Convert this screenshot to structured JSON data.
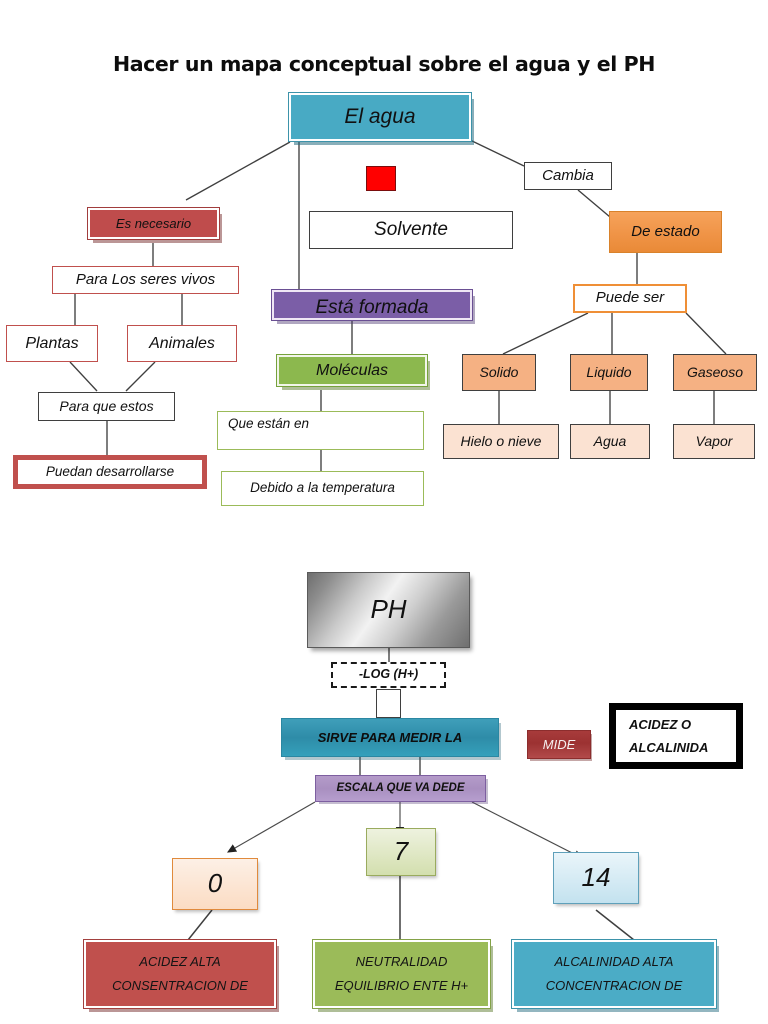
{
  "title": "Hacer un mapa conceptual sobre el agua y el PH",
  "colors": {
    "teal": "#48aac4",
    "dark_red": "#bf4c4c",
    "red_outline": "#c0504d",
    "purple": "#7b5ea7",
    "green": "#8cb84e",
    "green_outline": "#9bbb59",
    "orange": "#f09447",
    "orange_flat": "#f5b183",
    "peach": "#fbe2d2",
    "red_square": "#ff0000",
    "silver": "#c9c9c9",
    "teal_bar": "#2e8ca8",
    "purple_bar": "#a98fc0",
    "result_red": "#c0504d",
    "result_green": "#9bbb59",
    "result_blue": "#4bacc6"
  },
  "water_map": {
    "root": "El agua",
    "left_branch": {
      "head": "Es necesario",
      "level2": "Para Los seres vivos",
      "level3_a": "Plantas",
      "level3_b": "Animales",
      "level4": "Para que estos",
      "level5": "Puedan desarrollarse"
    },
    "center_branch": {
      "solvente": "Solvente",
      "esta_formada": "Está formada",
      "moleculas": "Moléculas",
      "que_estan_en": "Que están en",
      "debido": "Debido a la temperatura"
    },
    "right_branch": {
      "cambia": "Cambia",
      "de_estado": "De estado",
      "puede_ser": "Puede ser",
      "states": [
        "Solido",
        "Liquido",
        "Gaseoso"
      ],
      "examples": [
        "Hielo o nieve",
        "Agua",
        "Vapor"
      ]
    }
  },
  "ph_map": {
    "root": "PH",
    "formula": "-LOG (H+)",
    "sirve": "SIRVE PARA MEDIR LA",
    "escala": "ESCALA QUE VA DEDE",
    "mide": "MIDE",
    "acidez_box_line1": "ACIDEZ O",
    "acidez_box_line2": "ALCALINIDA",
    "scale": [
      "0",
      "7",
      "14"
    ],
    "results": [
      {
        "line1": "ACIDEZ ALTA",
        "line2": "CONSENTRACION DE"
      },
      {
        "line1": "NEUTRALIDAD",
        "line2": "EQUILIBRIO ENTE H+"
      },
      {
        "line1": "ALCALINIDAD ALTA",
        "line2": "CONCENTRACION DE"
      }
    ]
  }
}
